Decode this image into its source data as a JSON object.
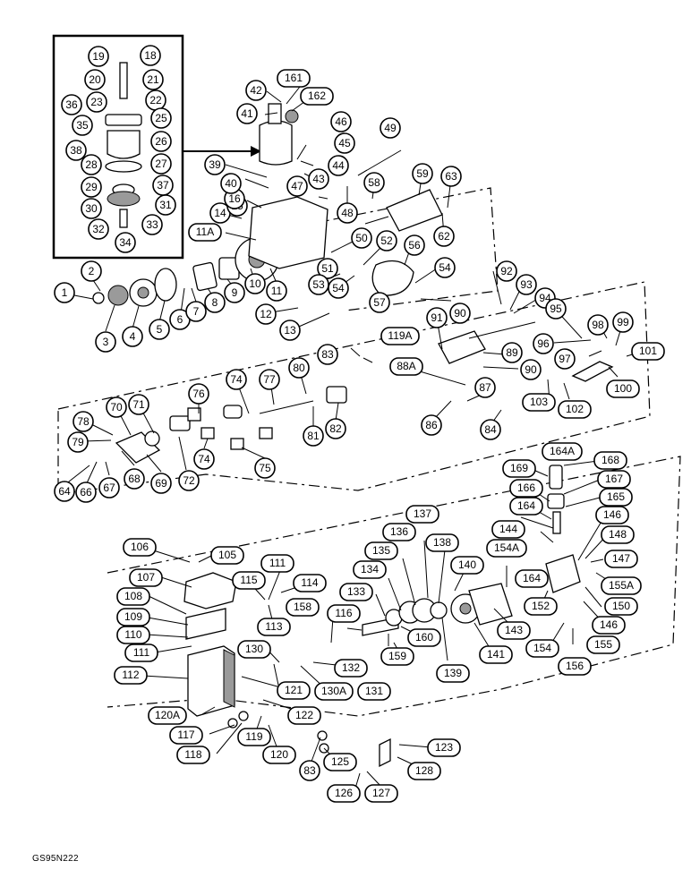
{
  "figure_id": "GS95N222",
  "callouts": [
    "1",
    "2",
    "3",
    "4",
    "5",
    "6",
    "7",
    "8",
    "9",
    "10",
    "11",
    "11A",
    "12",
    "13",
    "14",
    "15",
    "16",
    "18",
    "19",
    "20",
    "21",
    "22",
    "23",
    "25",
    "26",
    "27",
    "28",
    "29",
    "30",
    "31",
    "32",
    "33",
    "34",
    "35",
    "36",
    "37",
    "38",
    "39",
    "40",
    "41",
    "42",
    "43",
    "44",
    "45",
    "46",
    "47",
    "48",
    "49",
    "50",
    "51",
    "52",
    "53",
    "54",
    "56",
    "57",
    "58",
    "59",
    "62",
    "63",
    "64",
    "66",
    "67",
    "68",
    "69",
    "70",
    "71",
    "72",
    "74",
    "75",
    "76",
    "77",
    "78",
    "79",
    "80",
    "81",
    "82",
    "83",
    "84",
    "86",
    "87",
    "88A",
    "89",
    "90",
    "91",
    "92",
    "93",
    "94",
    "95",
    "96",
    "97",
    "98",
    "99",
    "100",
    "101",
    "102",
    "103",
    "105",
    "106",
    "107",
    "108",
    "109",
    "110",
    "111",
    "112",
    "113",
    "114",
    "115",
    "116",
    "117",
    "118",
    "119",
    "119A",
    "120",
    "120A",
    "121",
    "122",
    "123",
    "125",
    "126",
    "127",
    "128",
    "130",
    "130A",
    "131",
    "132",
    "133",
    "134",
    "135",
    "136",
    "137",
    "138",
    "139",
    "140",
    "141",
    "143",
    "144",
    "146",
    "147",
    "148",
    "150",
    "152",
    "154",
    "154A",
    "155",
    "155A",
    "156",
    "158",
    "159",
    "160",
    "161",
    "162",
    "164",
    "164A",
    "165",
    "166",
    "167",
    "168",
    "169"
  ]
}
